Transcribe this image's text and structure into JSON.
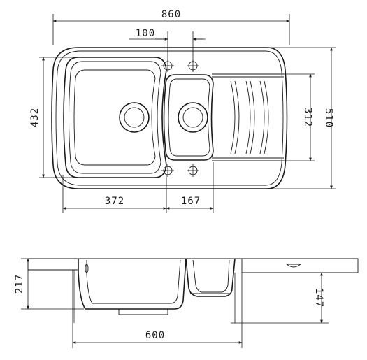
{
  "top_view": {
    "overall_width": "860",
    "overall_depth": "510",
    "tap_hole_spacing": "100",
    "main_bowl_depth": "432",
    "small_bowl_depth": "312",
    "main_bowl_width": "372",
    "small_bowl_width": "167"
  },
  "side_view": {
    "main_bowl_height": "217",
    "small_bowl_height": "147",
    "base_width": "600"
  }
}
